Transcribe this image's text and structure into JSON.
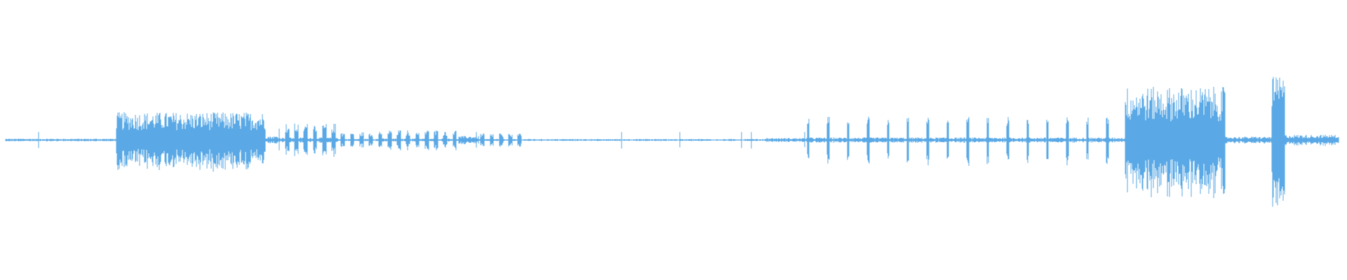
{
  "waveform": {
    "color": "#5aa9e6",
    "background": "#ffffff",
    "segments": [
      {
        "start": 0.0,
        "end": 0.083,
        "amplitude": 0.02,
        "kind": "quiet"
      },
      {
        "start": 0.083,
        "end": 0.195,
        "amplitude": 0.42,
        "kind": "dense"
      },
      {
        "start": 0.195,
        "end": 0.205,
        "amplitude": 0.06,
        "kind": "quiet"
      },
      {
        "start": 0.205,
        "end": 0.25,
        "amplitude": 0.25,
        "kind": "bursts"
      },
      {
        "start": 0.25,
        "end": 0.28,
        "amplitude": 0.12,
        "kind": "bursts"
      },
      {
        "start": 0.28,
        "end": 0.34,
        "amplitude": 0.15,
        "kind": "bursts"
      },
      {
        "start": 0.34,
        "end": 0.355,
        "amplitude": 0.06,
        "kind": "quiet"
      },
      {
        "start": 0.355,
        "end": 0.39,
        "amplitude": 0.1,
        "kind": "bursts"
      },
      {
        "start": 0.39,
        "end": 0.57,
        "amplitude": 0.015,
        "kind": "quiet"
      },
      {
        "start": 0.57,
        "end": 0.6,
        "amplitude": 0.03,
        "kind": "quiet"
      },
      {
        "start": 0.6,
        "end": 0.84,
        "amplitude": 0.35,
        "kind": "spikes"
      },
      {
        "start": 0.84,
        "end": 0.915,
        "amplitude": 0.8,
        "kind": "dense"
      },
      {
        "start": 0.915,
        "end": 0.95,
        "amplitude": 0.05,
        "kind": "quiet"
      },
      {
        "start": 0.95,
        "end": 0.96,
        "amplitude": 0.95,
        "kind": "spike"
      },
      {
        "start": 0.96,
        "end": 1.0,
        "amplitude": 0.08,
        "kind": "quiet"
      }
    ]
  }
}
